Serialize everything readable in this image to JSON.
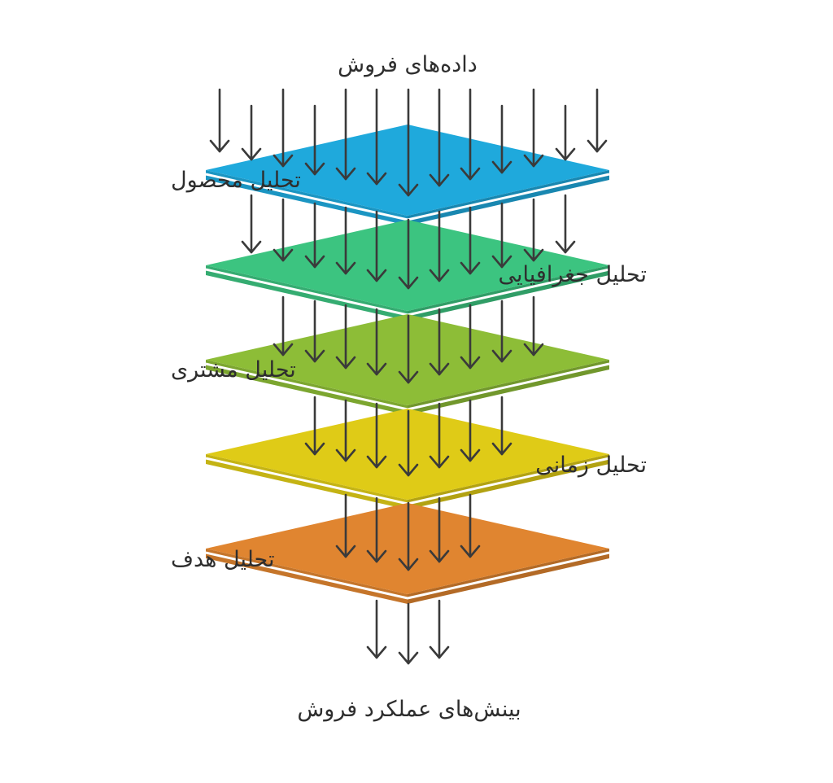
{
  "diagram": {
    "input_label": "داده‌های فروش",
    "output_label": "بینش‌های عملکرد فروش",
    "layers": [
      {
        "label": "تحلیل محصول",
        "label_side": "left",
        "color": "#1fa9dc"
      },
      {
        "label": "تحلیل جغرافیایی",
        "label_side": "right",
        "color": "#3cc480"
      },
      {
        "label": "تحلیل مشتری",
        "label_side": "left",
        "color": "#8dbd37"
      },
      {
        "label": "تحلیل زمانی",
        "label_side": "right",
        "color": "#dfcb17"
      },
      {
        "label": "تحلیل هدف",
        "label_side": "left",
        "color": "#e08530"
      }
    ]
  }
}
